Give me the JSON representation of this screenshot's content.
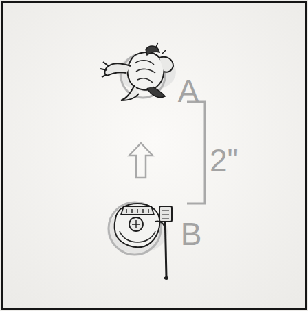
{
  "diagram": {
    "labels": [
      "A",
      "2\"",
      "B"
    ]
  }
}
